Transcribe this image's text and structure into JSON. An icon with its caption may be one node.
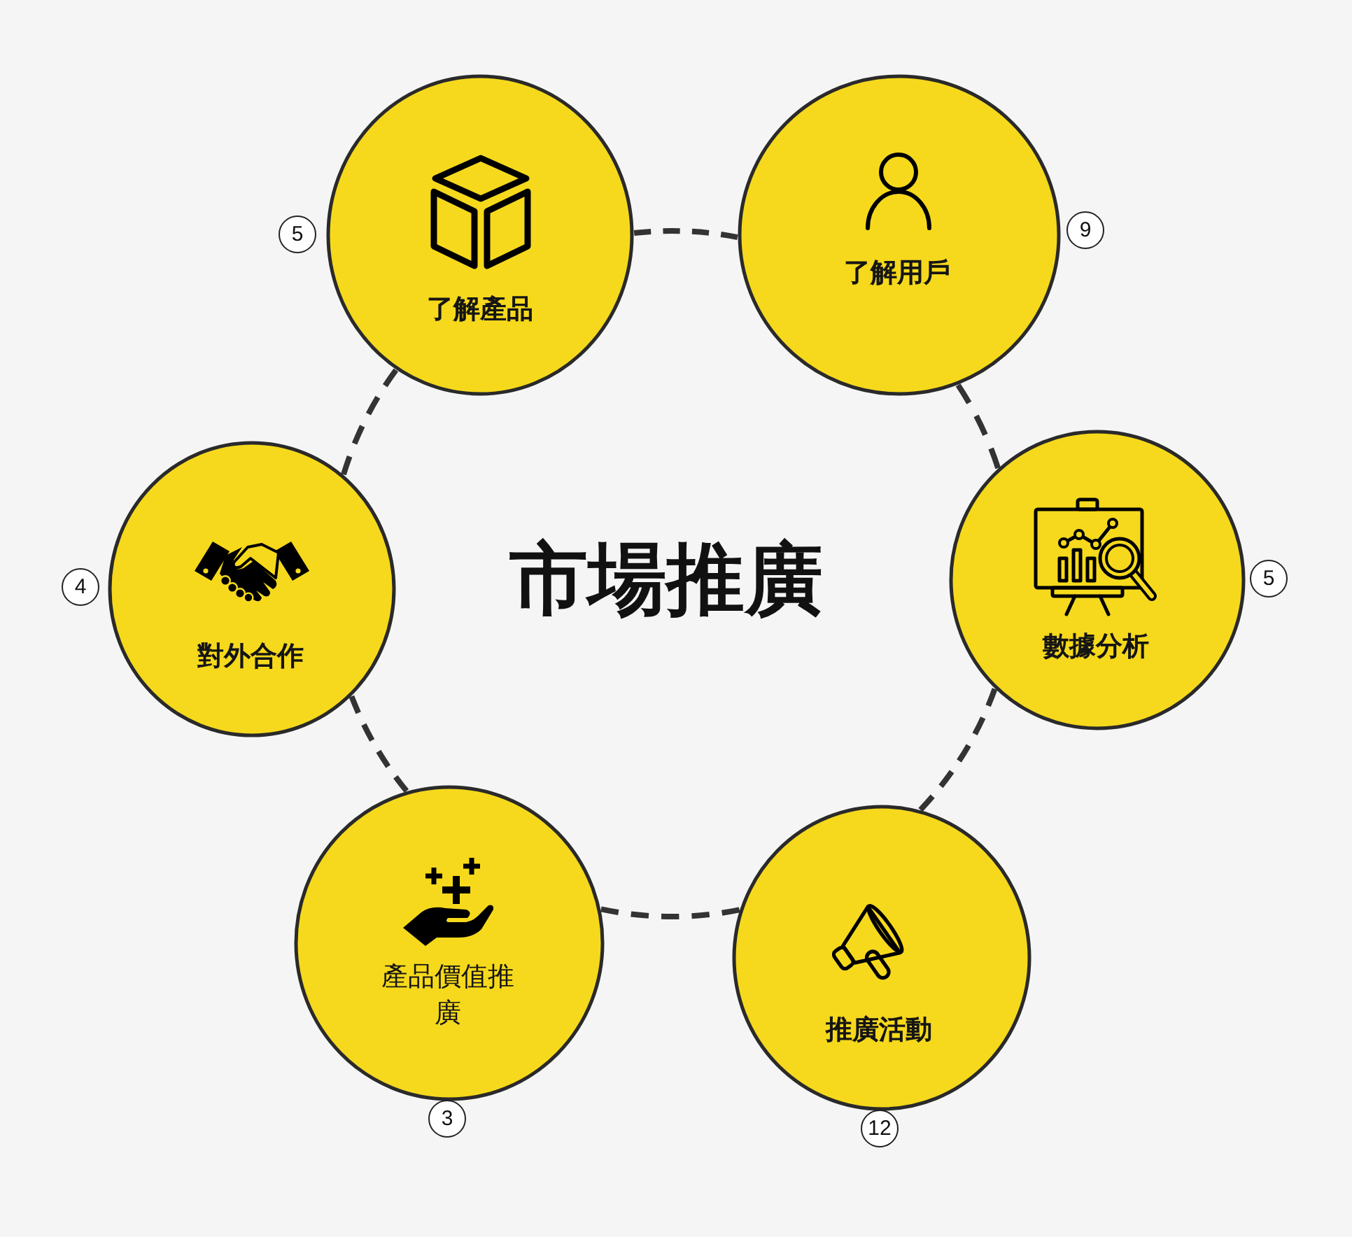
{
  "diagram": {
    "title": "市場推廣",
    "nodes": [
      {
        "text": [
          "了解產品"
        ],
        "beside": [
          "5"
        ]
      },
      {
        "text": [
          "了解用戶"
        ],
        "beside": [
          "9"
        ]
      },
      {
        "text": [
          "對外合作"
        ],
        "beside": [
          "4"
        ]
      },
      {
        "text": [
          "數據分析"
        ],
        "beside": [
          "5"
        ]
      },
      {
        "text": [
          "產品價值推廣"
        ],
        "beside": [
          "3"
        ]
      },
      {
        "text": [
          "推廣活動"
        ],
        "beside": [
          "12"
        ]
      }
    ],
    "edges": [
      {
        "from": 0,
        "to": 1,
        "arrow": "none",
        "style": "dashed"
      },
      {
        "from": 1,
        "to": 3,
        "arrow": "none",
        "style": "dashed"
      },
      {
        "from": 3,
        "to": 5,
        "arrow": "none",
        "style": "dashed"
      },
      {
        "from": 5,
        "to": 4,
        "arrow": "none",
        "style": "dashed"
      },
      {
        "from": 4,
        "to": 2,
        "arrow": "none",
        "style": "dashed"
      },
      {
        "from": 2,
        "to": 0,
        "arrow": "none",
        "style": "dashed"
      }
    ]
  }
}
